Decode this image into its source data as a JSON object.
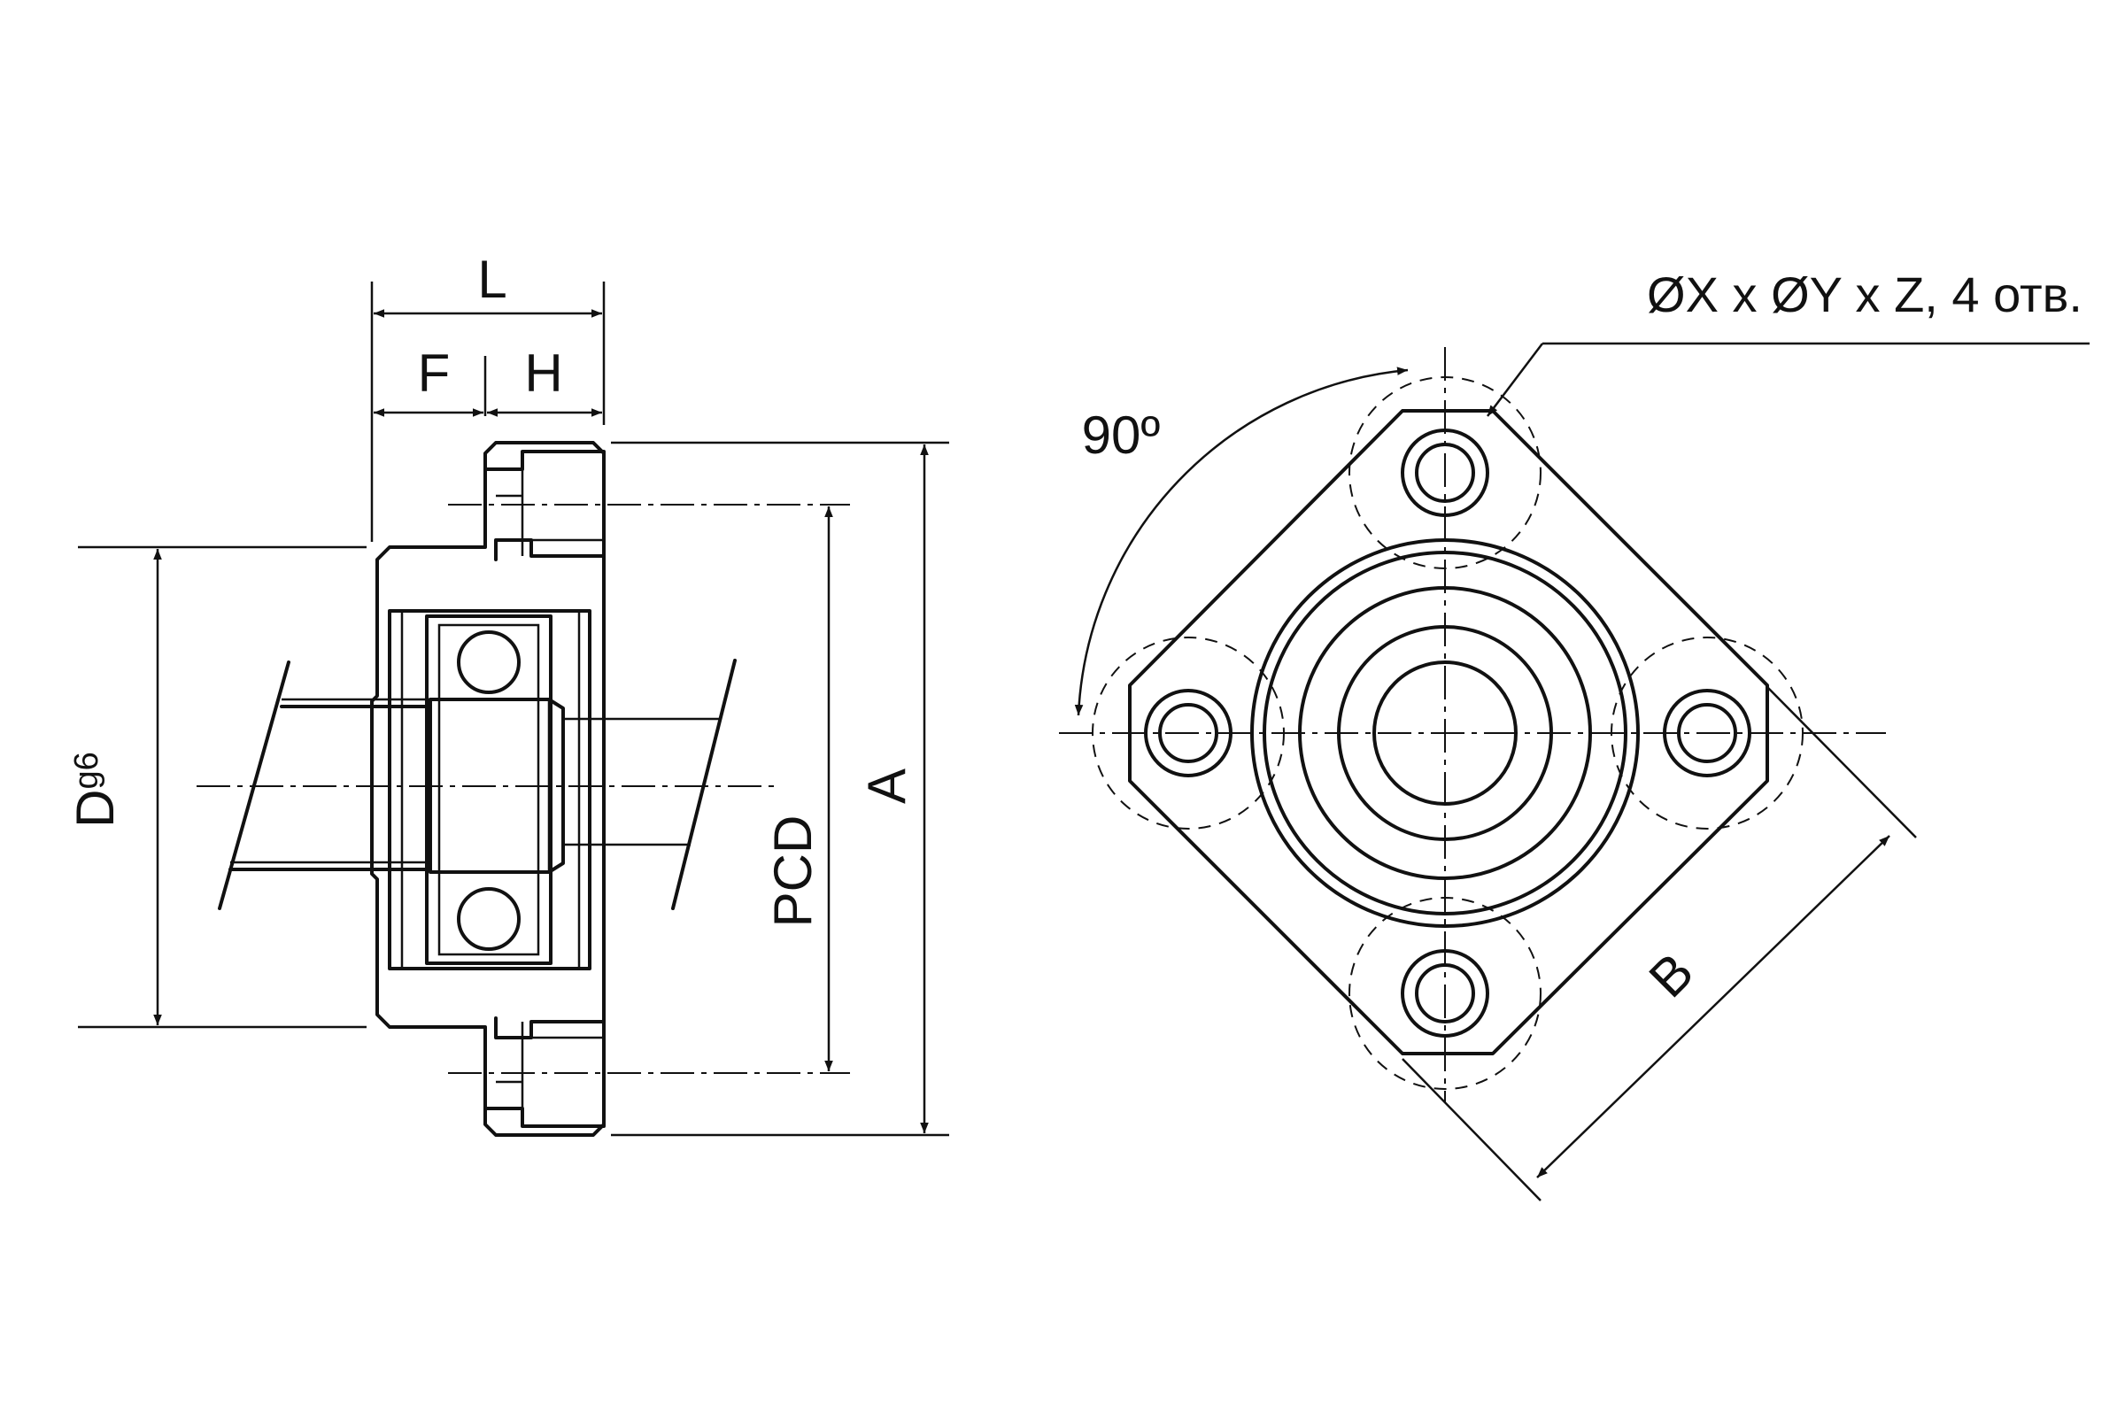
{
  "labels": {
    "L": "L",
    "F": "F",
    "H": "H",
    "D": "D",
    "D_sub": "g6",
    "PCD": "PCD",
    "A": "A",
    "B": "B",
    "angle": "90º",
    "holes_note": "ØX x ØY x Z, 4 отв."
  }
}
